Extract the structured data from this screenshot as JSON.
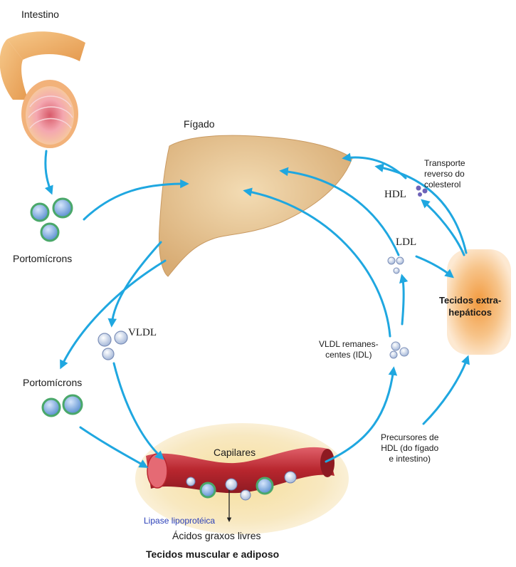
{
  "labels": {
    "intestine": "Intestino",
    "liver": "Fígado",
    "chylomicrons_top": "Portomícrons",
    "chylomicrons_left": "Portomícrons",
    "vldl": "VLDL",
    "hdl": "HDL",
    "ldl": "LDL",
    "reverse_transport": [
      "Transporte",
      "reverso do",
      "colesterol"
    ],
    "extrahepatic": [
      "Tecidos extra-",
      "hepáticos"
    ],
    "idl": [
      "VLDL remanes-",
      "centes (IDL)"
    ],
    "hdl_precursors": [
      "Precursores de",
      "HDL (do fígado",
      "e intestino)"
    ],
    "capillaries": "Capilares",
    "lipase": "Lipase lipoprotéica",
    "free_fatty_acids": "Ácidos graxos livres",
    "muscle_adipose": "Tecidos muscular e adiposo"
  },
  "colors": {
    "arrow": "#1fa7e0",
    "liver": "#e8c48f",
    "intestine": "#f0b070",
    "capillary": "#c8323a",
    "extrahepatic": "#f3a04a",
    "particle_blue": "#5a8fd0",
    "particle_green": "#4aa86a",
    "lipase_text": "#2a3fb8"
  }
}
